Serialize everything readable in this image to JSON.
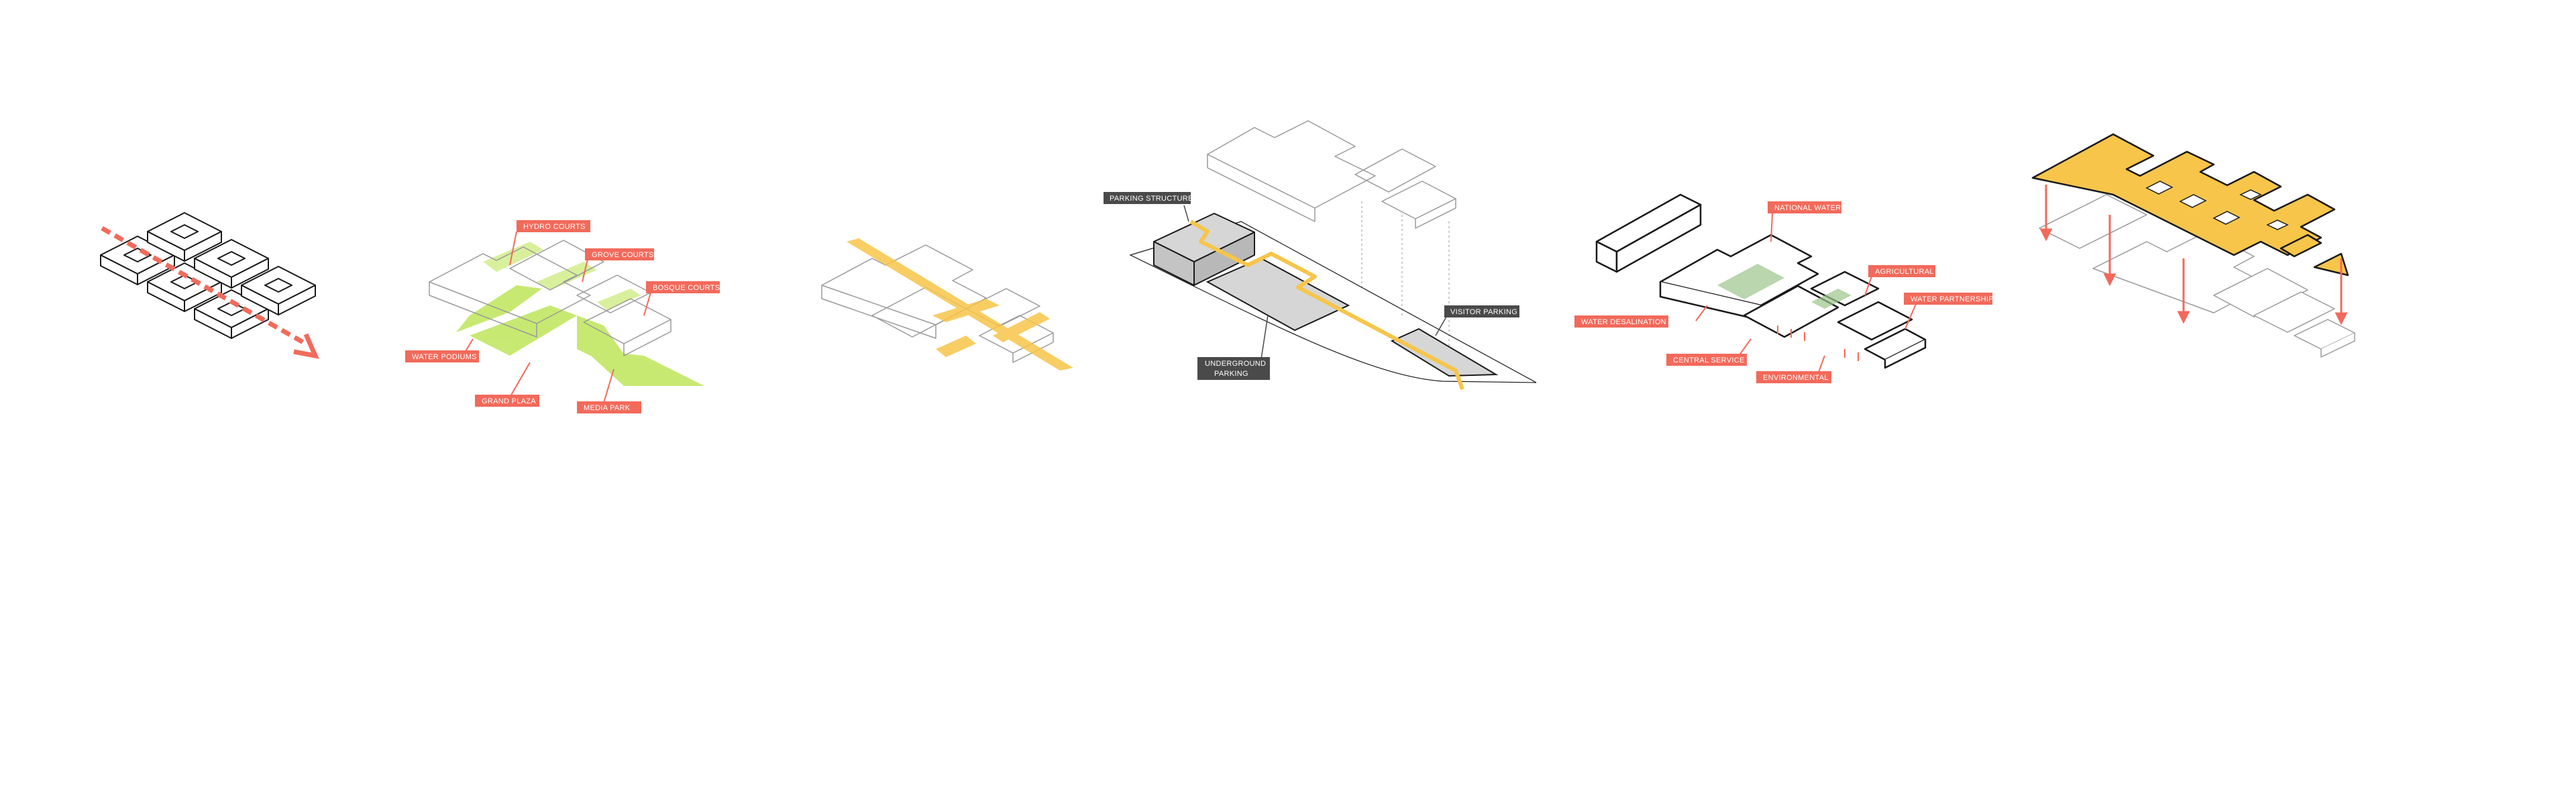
{
  "colors": {
    "accent_red": "#f26a5b",
    "accent_yellow": "#f7c54a",
    "accent_green": "#c5e86b",
    "label_dark": "#4a4a4a",
    "line": "#1a1a1a",
    "ghost_line": "#9a9a9a",
    "fill_grey": "#d6d6d6"
  },
  "labels": {
    "hydro_courts": "HYDRO COURTS",
    "grove_courts": "GROVE COURTS",
    "bosque_courts": "BOSQUE COURTS",
    "water_podiums": "WATER PODIUMS",
    "grand_plaza": "GRAND PLAZA",
    "media_park": "MEDIA PARK",
    "parking_structure": "PARKING STRUCTURE",
    "underground_parking_1": "UNDERGROUND",
    "underground_parking_2": "PARKING",
    "visitor_parking": "VISITOR PARKING",
    "national_water": "NATIONAL WATER",
    "agricultural": "AGRICULTURAL",
    "water_partnership": "WATER PARTNERSHIP",
    "water_desalination": "WATER DESALINATION",
    "central_service": "CENTRAL SERVICE",
    "environmental": "ENVIRONMENTAL"
  }
}
